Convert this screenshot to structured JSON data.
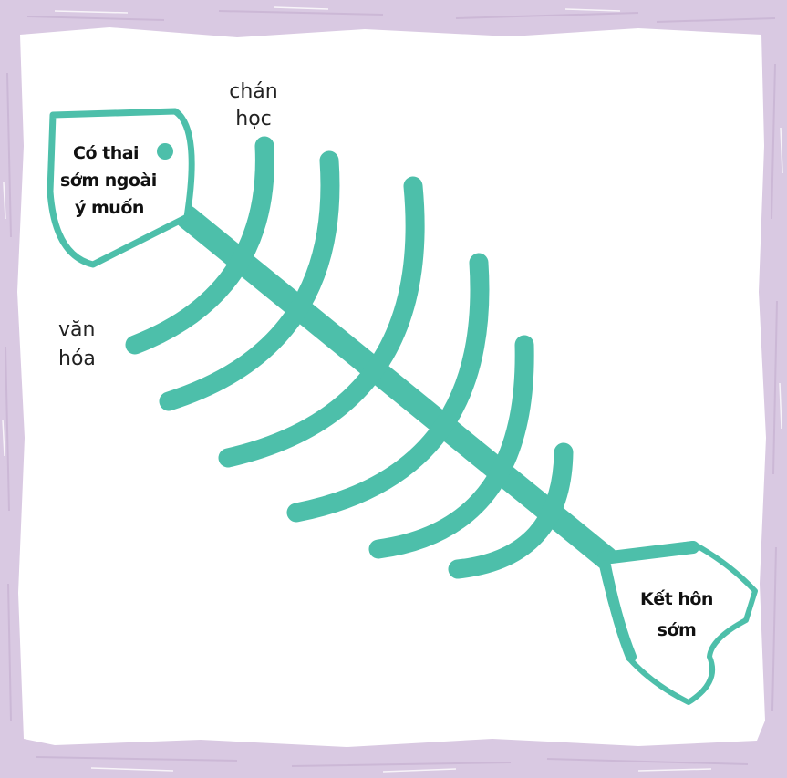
{
  "colors": {
    "frame": "#d9c9e2",
    "frame_dark": "#c6b1d2",
    "bone": "#4dbfaa",
    "background": "#ffffff"
  },
  "head": {
    "lines": [
      "Có thai",
      "sớm ngoài",
      "ý muốn"
    ]
  },
  "tail": {
    "lines": [
      "Kết hôn",
      "sớm"
    ]
  },
  "labels": {
    "top": [
      "chán",
      "học"
    ],
    "left": [
      "văn",
      "hóa"
    ]
  }
}
